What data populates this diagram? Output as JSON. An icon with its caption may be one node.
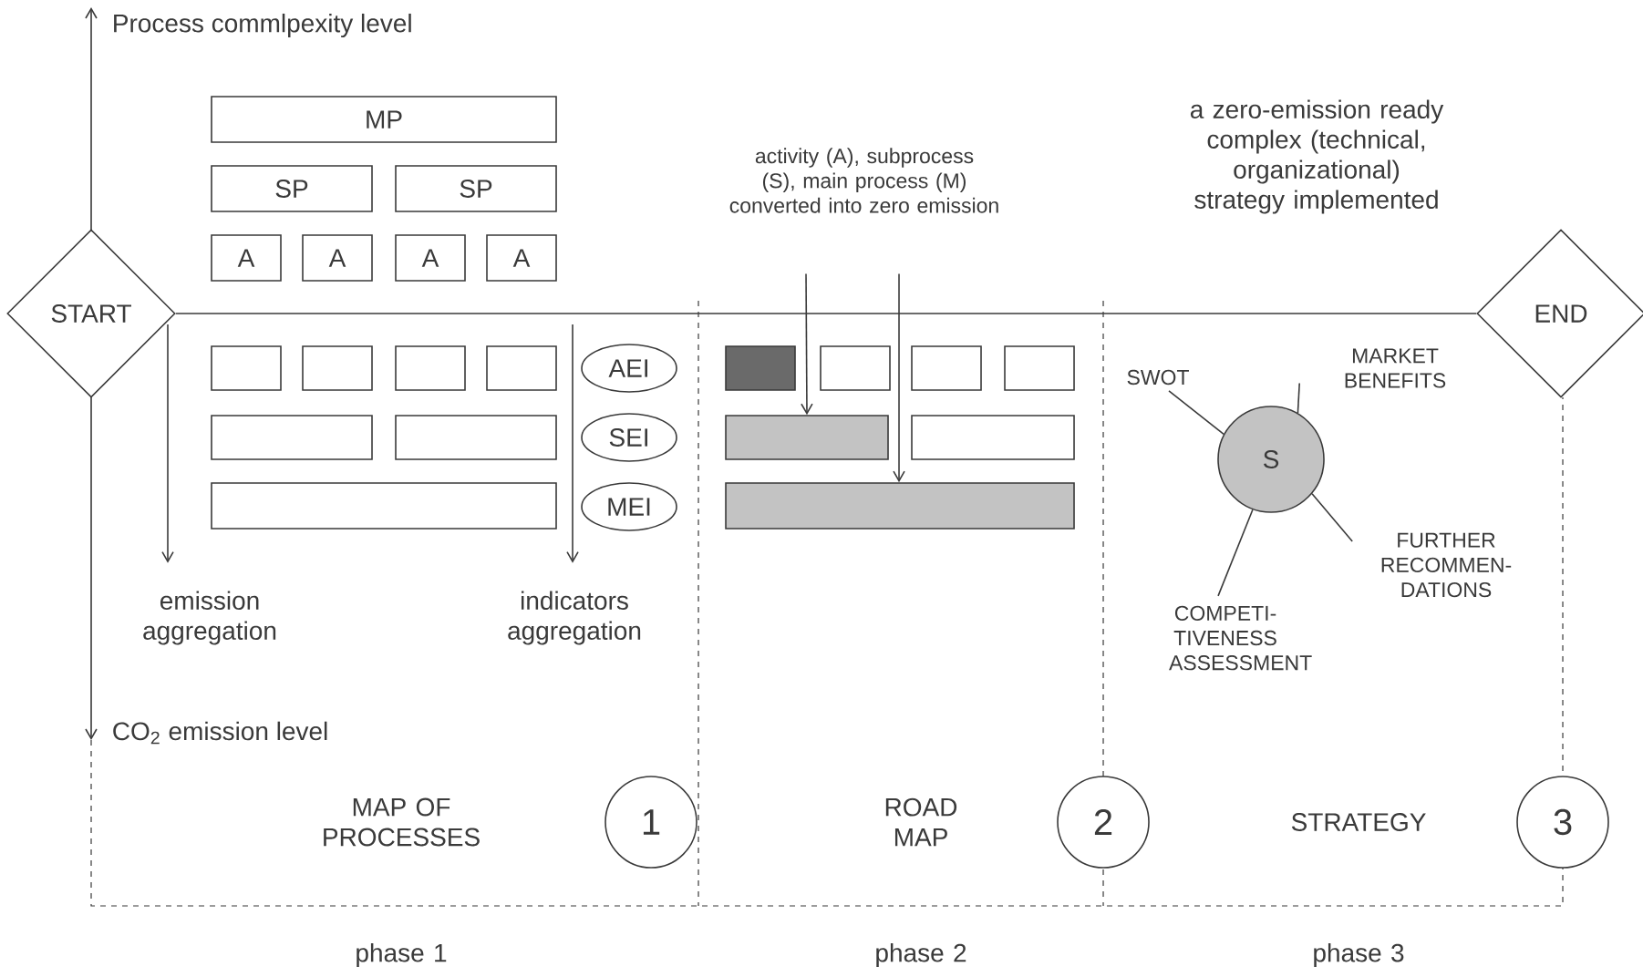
{
  "diagram": {
    "nodes": [
      {
        "text": [
          "START"
        ]
      },
      {
        "text": [
          "END"
        ]
      },
      {
        "text": [
          "MP"
        ]
      },
      {
        "text": [
          "SP"
        ]
      },
      {
        "text": [
          "SP"
        ]
      },
      {
        "text": [
          "A"
        ]
      },
      {
        "text": [
          "A"
        ]
      },
      {
        "text": [
          "A"
        ]
      },
      {
        "text": [
          "A"
        ]
      },
      {
        "text": [],
        "shape": "box"
      },
      {
        "text": [],
        "shape": "box"
      },
      {
        "text": [],
        "shape": "box"
      },
      {
        "text": [],
        "shape": "box"
      },
      {
        "text": [],
        "shape": "box"
      },
      {
        "text": [],
        "shape": "box"
      },
      {
        "text": [],
        "shape": "box"
      },
      {
        "text": [
          "AEI"
        ]
      },
      {
        "text": [
          "SEI"
        ]
      },
      {
        "text": [
          "MEI"
        ]
      },
      {
        "text": [],
        "shape": "box"
      },
      {
        "text": [],
        "shape": "box"
      },
      {
        "text": [],
        "shape": "box"
      },
      {
        "text": [],
        "shape": "box"
      },
      {
        "text": [],
        "shape": "box"
      },
      {
        "text": [],
        "shape": "box"
      },
      {
        "text": [],
        "shape": "box"
      },
      {
        "text": [
          "activity (A), subprocess (S), main process (M) converted into zero emission"
        ]
      },
      {
        "text": [
          "S"
        ]
      },
      {
        "text": [
          "SWOT"
        ]
      },
      {
        "text": [
          "MARKET BENEFITS"
        ]
      },
      {
        "text": [
          "FURTHER RECOMMEN-DATIONS"
        ]
      },
      {
        "text": [
          "COMPETI-TIVENESS ASSESSMENT"
        ]
      },
      {
        "text": [
          "1"
        ]
      },
      {
        "text": [
          "2"
        ]
      },
      {
        "text": [
          "3"
        ]
      },
      {
        "text": [
          "emission aggregation"
        ]
      },
      {
        "text": [
          "indicators aggregation"
        ]
      }
    ],
    "edges": [
      {
        "from": 0,
        "to": 1,
        "arrow": "none"
      },
      {
        "from": 26,
        "to": 23,
        "arrow": "to"
      },
      {
        "from": 26,
        "to": 25,
        "arrow": "to"
      },
      {
        "from": 27,
        "to": 28,
        "arrow": "none"
      },
      {
        "from": 27,
        "to": 29,
        "arrow": "none"
      },
      {
        "from": 27,
        "to": 30,
        "arrow": "none"
      },
      {
        "from": 27,
        "to": 31,
        "arrow": "none"
      },
      {
        "from": 0,
        "to": 35,
        "arrow": "to"
      },
      {
        "from": null,
        "to": 36,
        "arrow": "to"
      }
    ],
    "labels": [
      "Process commlpexity level",
      "CO$_{2}$ emission level",
      "a zero-emission ready complex (technical, organizational) strategy implemented",
      "MAP OF PROCESSES",
      "ROAD MAP",
      "STRATEGY",
      "phase 1",
      "phase 2",
      "phase 3"
    ]
  }
}
